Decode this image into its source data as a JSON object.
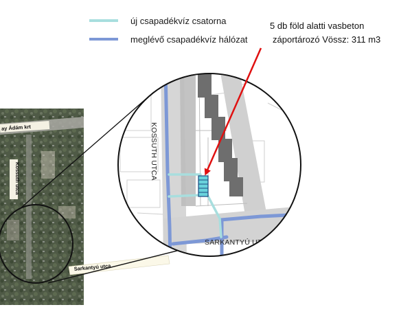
{
  "legend": {
    "items": [
      {
        "label": "új  csapadékvíz csatorna",
        "color": "#a8dede"
      },
      {
        "label": "meglévő csapadékvíz hálózat",
        "color": "#7d98d6"
      }
    ]
  },
  "annotation": {
    "line1": "5 db föld alatti vasbeton",
    "line2": "záportározó  Vössz: 311 m3",
    "arrow_color": "#e01010"
  },
  "detail_map": {
    "street_vertical": "KOSSUTH UTCA",
    "street_horizontal": "SARKANTYÚ UTCA"
  },
  "aerial": {
    "label_top": "ay Ádám krt",
    "label_left": "Kossuth utca",
    "label_bottom": "Sarkantyú utca"
  }
}
